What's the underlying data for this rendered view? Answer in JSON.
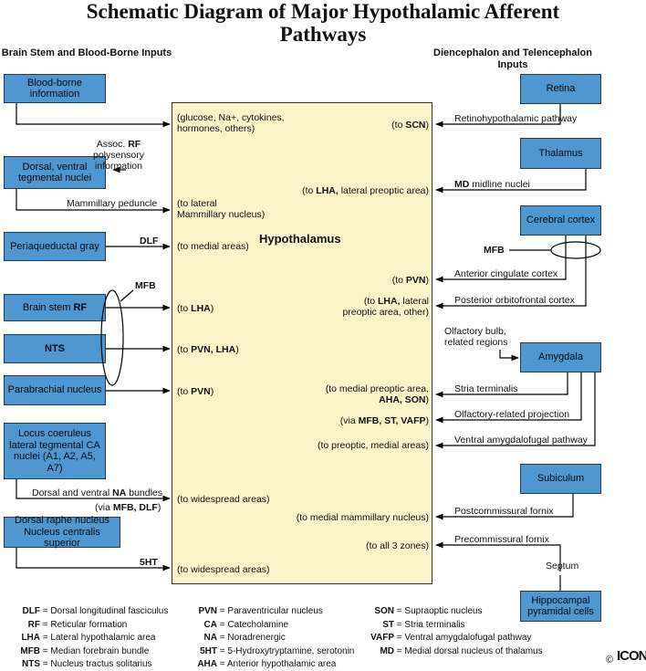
{
  "title_line1": "Schematic Diagram of Major Hypothalamic Afferent",
  "title_line2": "Pathways",
  "left_header": "Brain Stem and Blood-Borne Inputs",
  "right_header": "Diencephalon and Telencephalon Inputs",
  "center": "Hypothalamus",
  "left_boxes": {
    "blood": "Blood-borne information",
    "tegmental": "Dorsal, ventral tegmental nuclei",
    "periaq": "Periaqueductal gray",
    "brainstem_a": "Brain stem ",
    "brainstem_b": "RF",
    "nts": "NTS",
    "parabrachial": "Parabrachial nucleus",
    "locus": "Locus coeruleus lateral tegmental CA nuclei (A1, A2, A5, A7)",
    "raphe": "Dorsal  raphe nucleus Nucleus centralis superior"
  },
  "right_boxes": {
    "retina": "Retina",
    "thalamus": "Thalamus",
    "cortex": "Cerebral cortex",
    "amygdala": "Amygdala",
    "subiculum": "Subiculum",
    "hippocampal": "Hippocampal pyramidal cells"
  },
  "left_paths": {
    "assoc_a": "Assoc. ",
    "assoc_b": "RF",
    "assoc_c": "polysensory",
    "assoc_d": "information",
    "mammillary_peduncle": "Mammillary peduncle",
    "dlf": "DLF",
    "mfb": "MFB",
    "ne_a": "Dorsal and ventral ",
    "ne_b": "NA",
    "ne_c": " bundles",
    "via_a": "(via ",
    "via_b": "MFB, DLF",
    "via_c": ")",
    "fiveht": "5HT"
  },
  "right_paths": {
    "rht": "Retinohypothalamic pathway",
    "md_a": "MD",
    "md_b": " midline nuclei",
    "mfb": "MFB",
    "ant_cing": "Anterior cingulate cortex",
    "post_orb": "Posterior orbitofrontal cortex",
    "olf_bulb_1": "Olfactory bulb,",
    "olf_bulb_2": "related regions",
    "stria": "Stria terminalis",
    "olf_proj": "Olfactory-related projection",
    "ventral_amyg": "Ventral amygdalofugal pathway",
    "postcomm": "Postcommissural fornix",
    "precomm": "Precommissural fornix",
    "septum": "Septum"
  },
  "targets_left": {
    "t1a": "(glucose, Na+, cytokines,",
    "t1b": "hormones, others)",
    "t2a": "(to lateral",
    "t2b": "Mammillary nucleus)",
    "t3": "(to medial areas)",
    "t4a": "(to ",
    "t4b": "LHA",
    "t4c": ")",
    "t5a": "(to ",
    "t5b": "PVN, LHA",
    "t5c": ")",
    "t6a": "(to ",
    "t6b": "PVN",
    "t6c": ")",
    "t7": "(to widespread areas)",
    "t8": "(to widespread areas)"
  },
  "targets_right": {
    "scn_a": "(to ",
    "scn_b": "SCN",
    "scn_c": ")",
    "lha1_a": "(to ",
    "lha1_b": "LHA,",
    "lha1_c": " lateral preoptic area)",
    "pvn_a": "(to ",
    "pvn_b": "PVN",
    "pvn_c": ")",
    "lha2_a": "(to ",
    "lha2_b": "LHA,",
    "lha2_c": " lateral",
    "lha2_d": "preoptic area, other)",
    "mpo_a": "(to medial preoptic area,",
    "mpo_b": "AHA, SON",
    "mpo_c": ")",
    "via_a": "(via ",
    "via_b": "MFB, ST, VAFP",
    "via_c": ")",
    "preoptic": "(to preoptic, medial areas)",
    "medmam": "(to medial mammillary nucleus)",
    "all3": "(to all 3 zones)"
  },
  "legend": [
    {
      "abbr": "DLF",
      "def": "Dorsal longitudinal fasciculus"
    },
    {
      "abbr": "RF",
      "def": "Reticular formation"
    },
    {
      "abbr": "LHA",
      "def": "Lateral hypothalamic area"
    },
    {
      "abbr": "MFB",
      "def": "Median forebrain bundle"
    },
    {
      "abbr": "NTS",
      "def": "Nucleus tractus solitarius"
    },
    {
      "abbr": "PVN",
      "def": "Paraventricular nucleus"
    },
    {
      "abbr": "CA",
      "def": "Catecholamine"
    },
    {
      "abbr": "NA",
      "def": "Noradrenergic"
    },
    {
      "abbr": "5HT",
      "def": "5-Hydroxytryptamine, serotonin"
    },
    {
      "abbr": "AHA",
      "def": "Anterior hypothalamic area"
    },
    {
      "abbr": "SON",
      "def": "Supraoptic nucleus"
    },
    {
      "abbr": "ST",
      "def": "Stria terminalis"
    },
    {
      "abbr": "VAFP",
      "def": "Ventral amygdalofugal pathway"
    },
    {
      "abbr": "MD",
      "def": "Medial dorsal nucleus of thalamus"
    }
  ],
  "legend_sep": " = ",
  "copyright": "©",
  "logo": "ICON"
}
